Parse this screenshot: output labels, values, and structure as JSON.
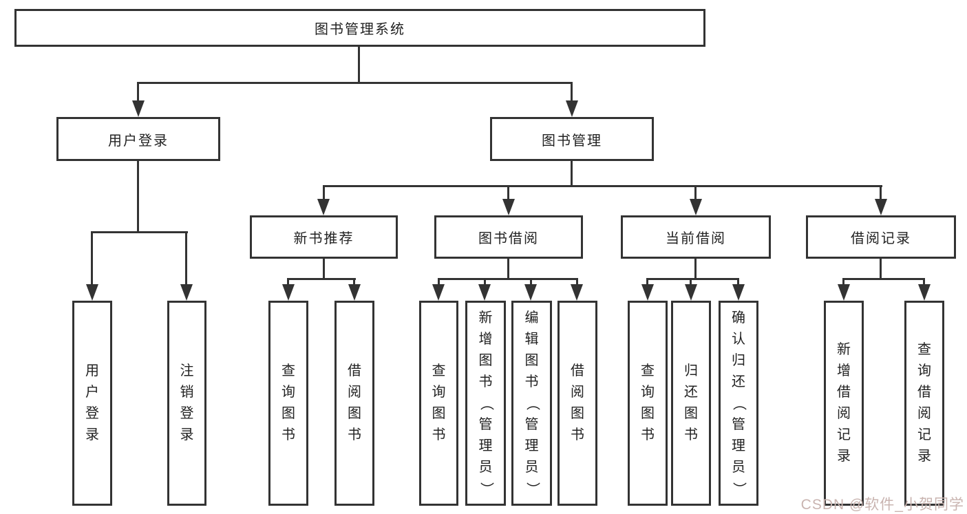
{
  "nodes": {
    "root": "图书管理系统",
    "level2": {
      "user_login": "用户登录",
      "book_management": "图书管理"
    },
    "level3": {
      "new_book": "新书推荐",
      "book_borrow": "图书借阅",
      "current_borrow": "当前借阅",
      "borrow_record": "借阅记录"
    },
    "leaves": {
      "login": [
        "用户登录",
        "注销登录"
      ],
      "new_book": [
        "查询图书",
        "借阅图书"
      ],
      "book_borrow": [
        "查询图书",
        "新增图书（管理员）",
        "编辑图书（管理员）",
        "借阅图书"
      ],
      "current_borrow": [
        "查询图书",
        "归还图书",
        "确认归还（管理员）"
      ],
      "borrow_record": [
        "新增借阅记录",
        "查询借阅记录"
      ]
    }
  },
  "watermark": {
    "text": "CSDN @软件_小贺同学",
    "color": "#c9b4b0"
  },
  "colors": {
    "line": "#333333",
    "node_border": "#333333",
    "node_text": "#222222",
    "background": "#ffffff"
  }
}
